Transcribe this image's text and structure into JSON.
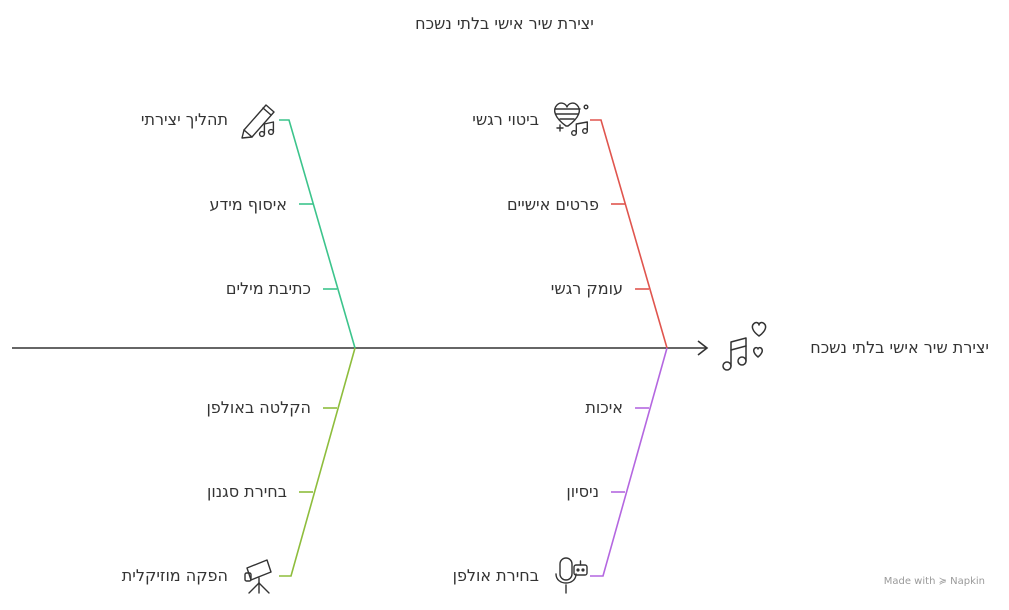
{
  "title": "יצירת שיר אישי בלתי נשכח",
  "effect": {
    "label": "יצירת שיר אישי בלתי נשכח",
    "icon": "music-notes-heart-icon"
  },
  "branches": [
    {
      "id": "creative-process",
      "label": "תהליך יצירתי",
      "color": "#3cc48c",
      "icon": "pen-music-icon",
      "items": [
        "איסוף מידע",
        "כתיבת מילים"
      ]
    },
    {
      "id": "emotional-expression",
      "label": "ביטוי רגשי",
      "color": "#e0554e",
      "icon": "heart-music-icon",
      "items": [
        "פרטים אישיים",
        "עומק רגשי"
      ]
    },
    {
      "id": "music-production",
      "label": "הפקה מוזיקלית",
      "color": "#8ebd3c",
      "icon": "camera-tripod-icon",
      "items": [
        "הקלטה באולפן",
        "בחירת סגנון"
      ]
    },
    {
      "id": "studio-selection",
      "label": "בחירת אולפן",
      "color": "#b467e0",
      "icon": "microphone-icon",
      "items": [
        "איכות",
        "ניסיון"
      ]
    }
  ],
  "watermark": "Made with ≽ Napkin"
}
